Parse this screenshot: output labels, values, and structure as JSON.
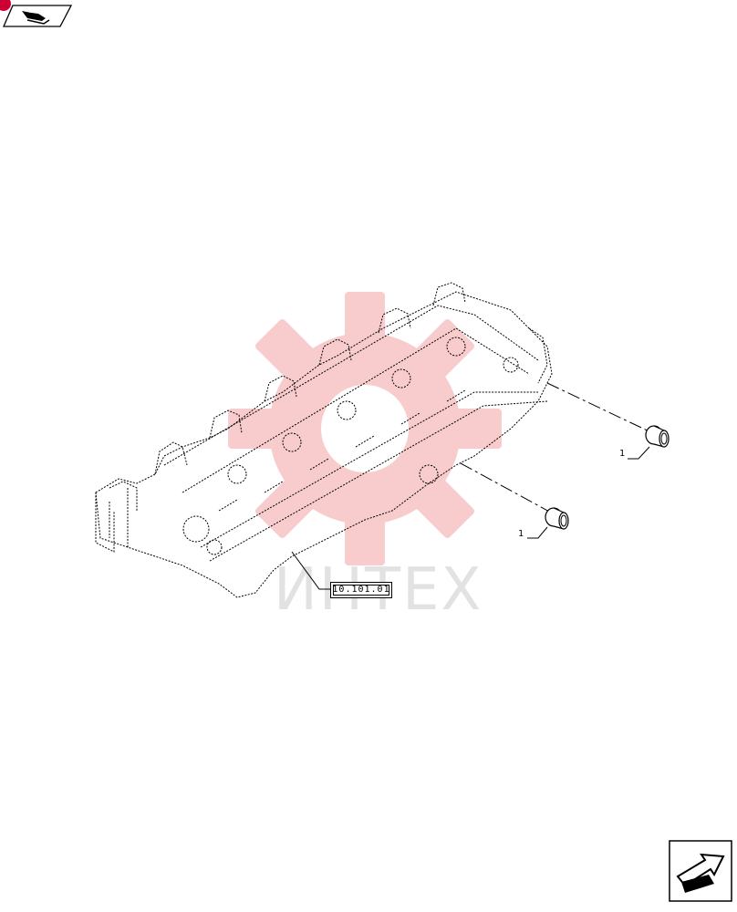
{
  "watermark": {
    "text": "ИНТЕХ",
    "gear_color": "#f5b5b5"
  },
  "callouts": [
    {
      "label": "1"
    },
    {
      "label": "1"
    }
  ],
  "reference_box": {
    "label": "10.101.01"
  },
  "icons": {
    "top_left": "book-icon",
    "bottom_right": "next-page-arrow-icon"
  },
  "colors": {
    "line": "#000000",
    "watermark_gear": "#f5b5b5",
    "watermark_text": "#e2e2e2",
    "badge": "#cc0033"
  }
}
